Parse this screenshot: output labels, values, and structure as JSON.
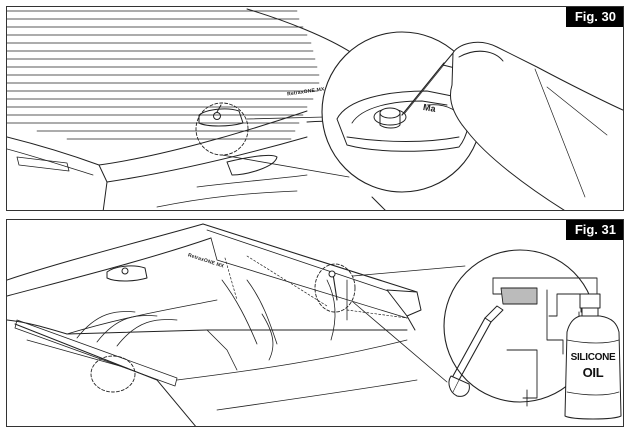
{
  "figures": [
    {
      "badge": "Fig. 30",
      "tube_label": "Ma"
    },
    {
      "badge": "Fig. 31",
      "bottle_label_line1": "SILICONE",
      "bottle_label_line2": "OIL"
    }
  ],
  "brand_mark": "RetraxONE MX"
}
